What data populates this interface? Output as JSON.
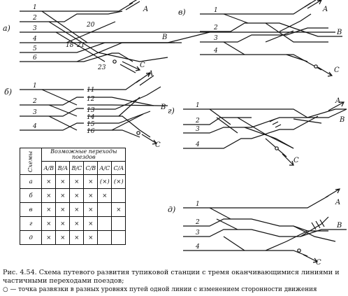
{
  "diagrams": [
    {
      "key": "a",
      "label": "а)",
      "left_tracks": [
        "1",
        "2",
        "3",
        "4",
        "5",
        "6"
      ],
      "switch_numbers": [
        "20",
        "18",
        "21",
        "23"
      ],
      "directions": [
        "A",
        "B",
        "C"
      ]
    },
    {
      "key": "b",
      "label": "б)",
      "left_tracks": [
        "1",
        "2",
        "3",
        "4"
      ],
      "right_tracks": [
        "11",
        "12",
        "13",
        "14",
        "15",
        "16"
      ],
      "directions": [
        "A",
        "B",
        "C"
      ]
    },
    {
      "key": "v",
      "label": "в)",
      "left_tracks": [
        "1",
        "2",
        "3",
        "4"
      ],
      "directions": [
        "A",
        "B",
        "C"
      ]
    },
    {
      "key": "g",
      "label": "г)",
      "left_tracks": [
        "1",
        "2",
        "3",
        "4"
      ],
      "directions": [
        "A",
        "B",
        "C"
      ]
    },
    {
      "key": "d",
      "label": "д)",
      "left_tracks": [
        "1",
        "2",
        "3",
        "4"
      ],
      "directions": [
        "A",
        "B",
        "C"
      ]
    }
  ],
  "table": {
    "header_title": "Возможные переходы поездов",
    "schemes_label": "Схемы",
    "columns": [
      "A/B",
      "B/A",
      "B/C",
      "C/B",
      "A/C",
      "C/A"
    ],
    "rows": [
      {
        "scheme": "а",
        "cells": [
          "×",
          "×",
          "×",
          "×",
          "(×)",
          "(×)"
        ]
      },
      {
        "scheme": "б",
        "cells": [
          "×",
          "×",
          "×",
          "×",
          "×",
          ""
        ]
      },
      {
        "scheme": "в",
        "cells": [
          "×",
          "×",
          "×",
          "×",
          "",
          "×"
        ]
      },
      {
        "scheme": "г",
        "cells": [
          "×",
          "×",
          "×",
          "×",
          "",
          ""
        ]
      },
      {
        "scheme": "д",
        "cells": [
          "×",
          "×",
          "×",
          "×",
          "",
          ""
        ]
      }
    ]
  },
  "caption": {
    "text": "Рис. 4.54. Схема путевого развития тупиковой станции с тремя оканчивающимися линиями и частичными переходами поездов;",
    "note": "○ — точка развязки в разных уровнях путей одной линии с изменением сторонности движения"
  }
}
